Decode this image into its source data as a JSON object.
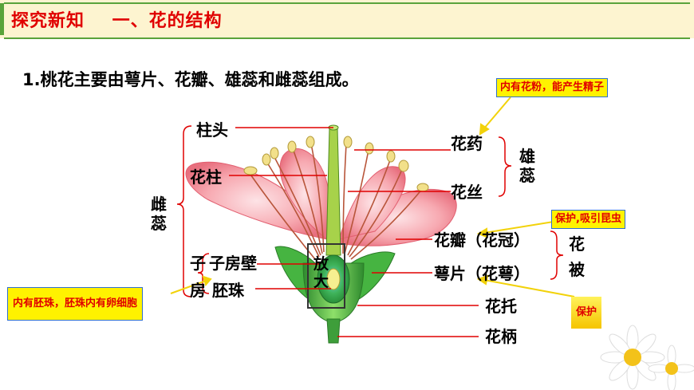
{
  "header": {
    "title": "探究新知    一、花的结构"
  },
  "subtitle": "1.桃花主要由萼片、花瓣、雄蕊和雌蕊组成。",
  "labels": {
    "stigma": "柱头",
    "style": "花柱",
    "pistil": [
      "雌",
      "蕊"
    ],
    "ovary_char1": "子",
    "ovary_char2": "房",
    "ovary_wall": "子房壁",
    "ovule": "胚珠",
    "anther": "花药",
    "filament": "花丝",
    "stamen": [
      "雄",
      "蕊"
    ],
    "petal": "花瓣（花冠）",
    "sepal": "萼片（花萼）",
    "perianth": [
      "花",
      "被"
    ],
    "receptacle": "花托",
    "pedicel": "花柄",
    "magnify": "放大"
  },
  "notes": {
    "anther_note": "内有花粉，能产生精子",
    "petal_note": "保护,吸引昆虫",
    "sepal_note": "保护",
    "ovary_note": "内有胚珠，胚珠内有卵细胞"
  },
  "colors": {
    "title_red": "#e00000",
    "header_bg": "#fdf4d0",
    "header_green": "#5aa33b",
    "note_yellow": "#fff200",
    "line_red": "#e00000",
    "petal_pink": "#f59aa4",
    "leaf_green": "#3fae3a"
  }
}
